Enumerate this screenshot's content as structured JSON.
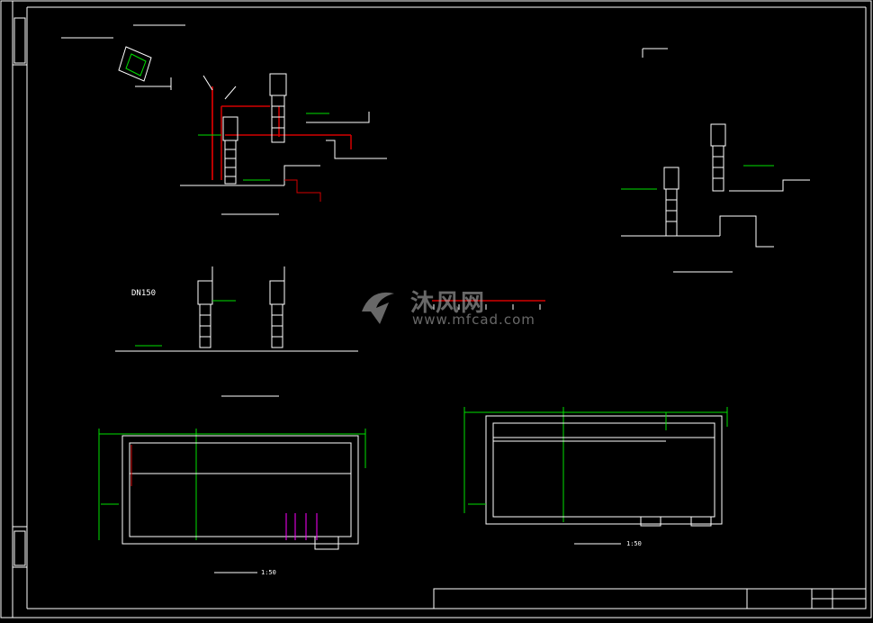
{
  "drawing": {
    "background": "#000000",
    "colors": {
      "frame": "#ffffff",
      "structure": "#ffffff",
      "dimension": "#00e000",
      "pipe": "#d40000",
      "annotation": "#ffff33",
      "pump": "#ffffff",
      "accent": "#ff00ff"
    }
  },
  "labels": {
    "dn150": "DN150",
    "scale_1": "1:50",
    "scale_2": "1:50"
  },
  "watermark": {
    "name": "沐风网",
    "url": "www.mfcad.com"
  }
}
